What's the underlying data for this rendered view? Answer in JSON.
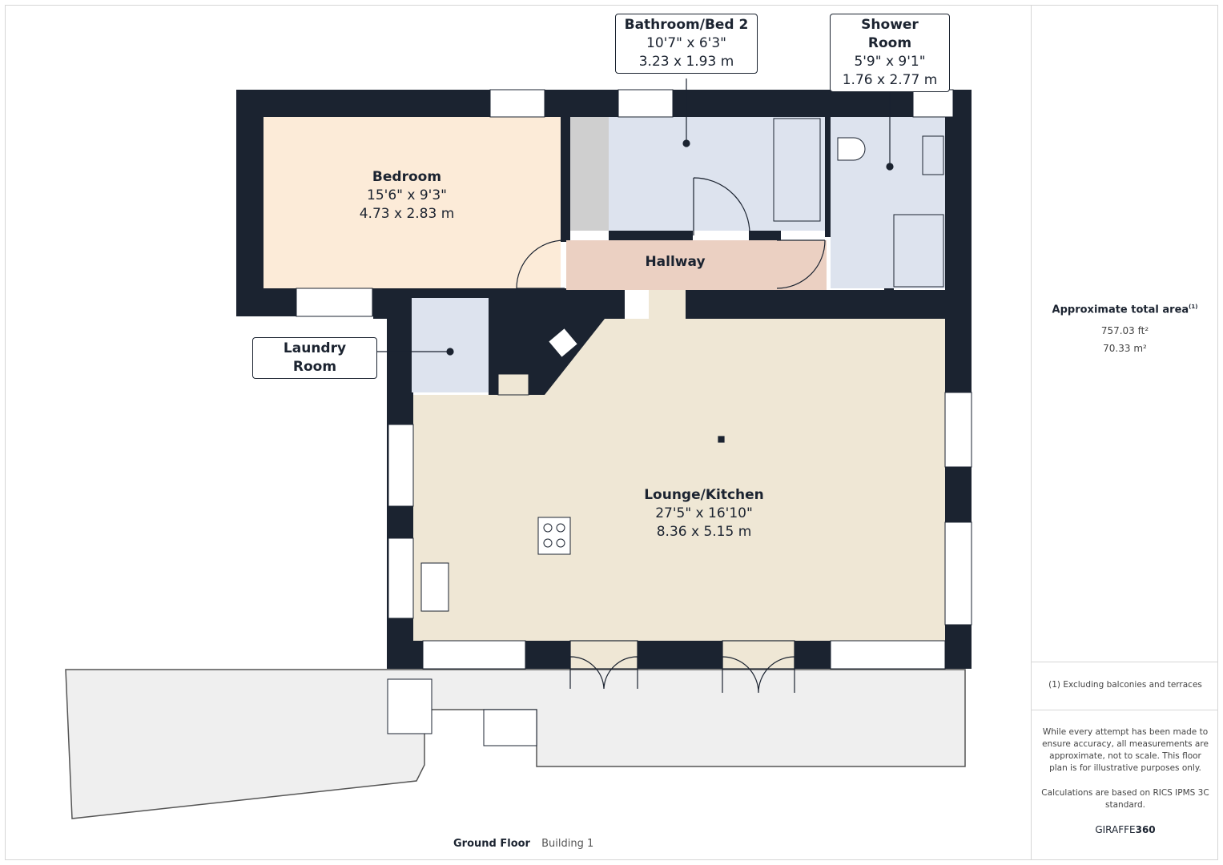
{
  "rooms": {
    "bedroom": {
      "name": "Bedroom",
      "imperial": "15'6\" x 9'3\"",
      "metric": "4.73 x 2.83 m"
    },
    "bathroom": {
      "name": "Bathroom/Bed 2",
      "imperial": "10'7\" x 6'3\"",
      "metric": "3.23 x 1.93 m"
    },
    "shower": {
      "name": "Shower Room",
      "imperial": "5'9\" x 9'1\"",
      "metric": "1.76 x 2.77 m"
    },
    "hallway": {
      "name": "Hallway"
    },
    "laundry": {
      "name": "Laundry Room"
    },
    "lounge": {
      "name": "Lounge/Kitchen",
      "imperial": "27'5\" x 16'10\"",
      "metric": "8.36 x 5.15 m"
    }
  },
  "sidebar": {
    "area_title": "Approximate total area",
    "area_sup": "(1)",
    "area_ft": "757.03 ft²",
    "area_m": "70.33 m²",
    "footnote": "(1) Excluding balconies and terraces",
    "disclaimer": "While every attempt has been made to ensure accuracy, all measurements are approximate, not to scale. This floor plan is for illustrative purposes only.",
    "calc": "Calculations are based on RICS IPMS 3C standard.",
    "brand_a": "GIRAFFE",
    "brand_b": "360"
  },
  "footer": {
    "floor": "Ground Floor",
    "building": "Building 1"
  },
  "colors": {
    "wall": "#1b2330",
    "bedroom": "#fcebd8",
    "bathroom": "#dde3ee",
    "hallway": "#ebd0c2",
    "lounge": "#efe7d5",
    "terrace": "#efefef"
  }
}
